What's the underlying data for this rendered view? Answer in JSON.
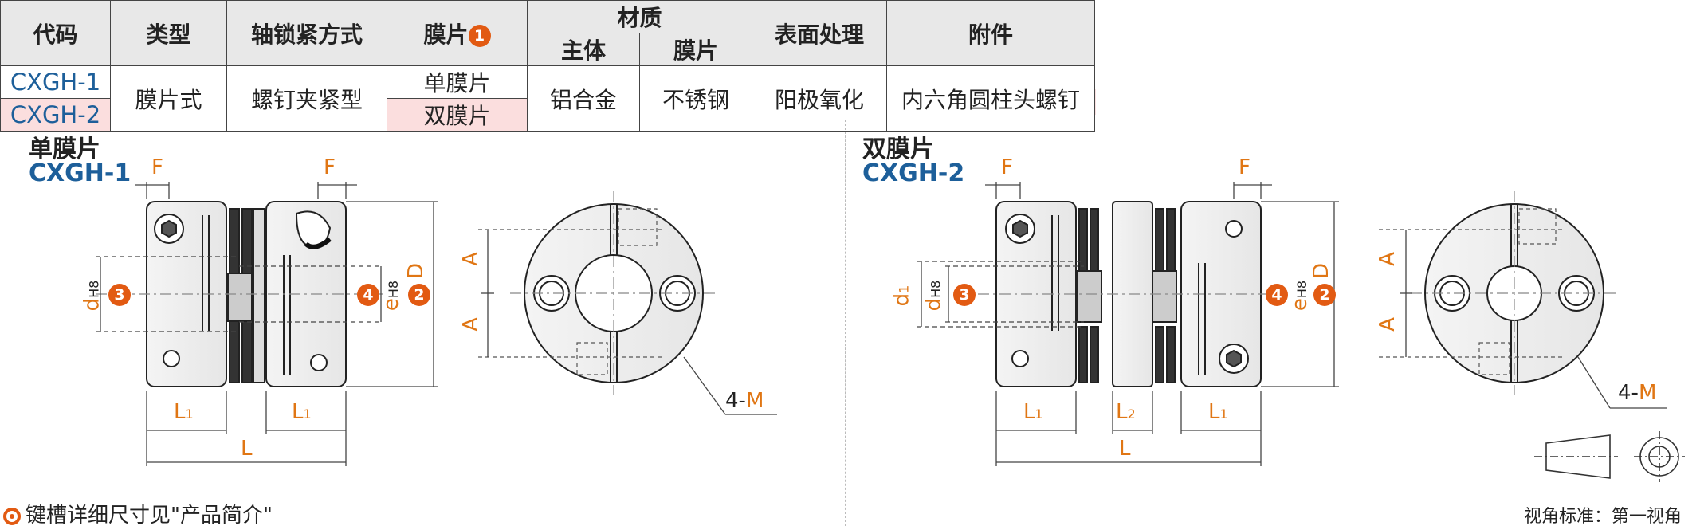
{
  "table": {
    "headers": {
      "code": "代码",
      "type": "类型",
      "lock": "轴锁紧方式",
      "film": "膜片",
      "film_badge": "1",
      "material": "材质",
      "material_body": "主体",
      "material_film": "膜片",
      "surface": "表面处理",
      "accessory": "附件"
    },
    "rows": {
      "code1": "CXGH-1",
      "code2": "CXGH-2",
      "type": "膜片式",
      "lock": "螺钉夹紧型",
      "film1": "单膜片",
      "film2": "双膜片",
      "body_mat": "铝合金",
      "film_mat": "不锈钢",
      "surface": "阳极氧化",
      "accessory": "内六角圆柱头螺钉"
    }
  },
  "left_view": {
    "title": "单膜片",
    "model": "CXGH-1",
    "labels": {
      "F": "F",
      "dH8": "d",
      "d_sub": "H8",
      "eH8": "e",
      "e_sub": "H8",
      "D": "D",
      "L1": "L",
      "L1_sub": "1",
      "L": "L",
      "A": "A",
      "M": "4-M",
      "m": "M",
      "badge3": "3",
      "badge4": "4",
      "badge2": "2"
    }
  },
  "right_view": {
    "title": "双膜片",
    "model": "CXGH-2",
    "labels": {
      "F": "F",
      "d1": "d",
      "d1_sub": "1",
      "dH8": "d",
      "d_sub": "H8",
      "eH8": "e",
      "e_sub": "H8",
      "D": "D",
      "L1": "L",
      "L1_sub": "1",
      "L2": "L",
      "L2_sub": "2",
      "L": "L",
      "A": "A",
      "M": "4-M",
      "m": "M",
      "badge3": "3",
      "badge4": "4",
      "badge2": "2"
    }
  },
  "footer": {
    "note": "键槽详细尺寸见\"产品简介\"",
    "projection": "视角标准：第一视角"
  },
  "colors": {
    "accent_orange": "#e07614",
    "badge_orange": "#e25a12",
    "model_blue": "#1d5f9a",
    "row_pink": "#fbdede"
  }
}
